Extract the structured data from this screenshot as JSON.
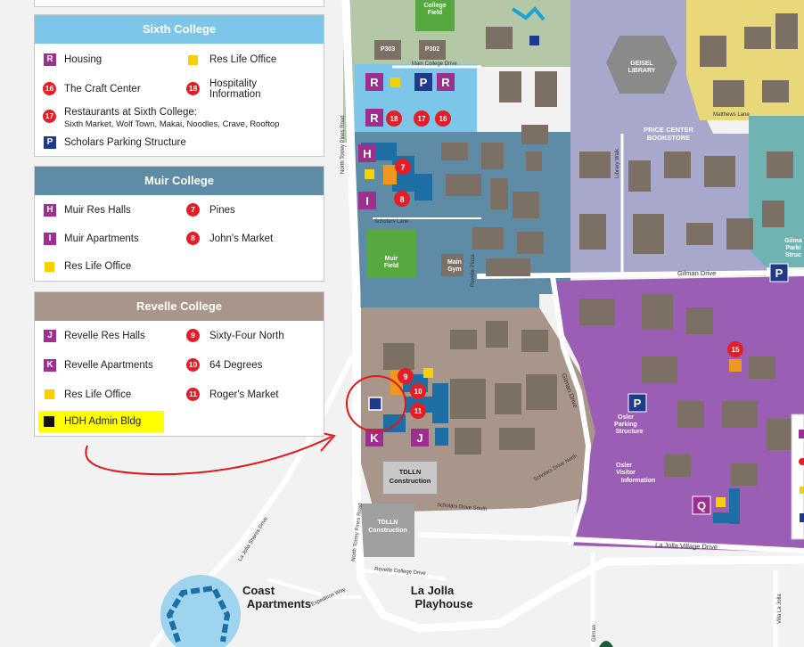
{
  "colors": {
    "sixth": "#7cc6ea",
    "muir": "#5e8ca6",
    "revelle": "#a8968a",
    "housing_magenta": "#9c2f8f",
    "dining_red": "#e41e26",
    "res_life_yellow": "#f7d000",
    "parking_navy": "#1f3a8a",
    "hdh_black": "#111111",
    "highlight": "#ffff00",
    "annotation_red": "#e0161b"
  },
  "sixth": {
    "title": "Sixth College",
    "housing_letter": "R",
    "housing": "Housing",
    "res_life": "Res Life Office",
    "craft_num": "16",
    "craft": "The Craft Center",
    "hosp_num": "18",
    "hosp_line1": "Hospitality",
    "hosp_line2": "Information",
    "rest_num": "17",
    "rest_title": "Restaurants at Sixth College:",
    "rest_list": "Sixth Market, Wolf Town, Makai, Noodles, Crave, Rooftop",
    "parking_letter": "P",
    "parking": "Scholars Parking Structure"
  },
  "muir": {
    "title": "Muir College",
    "halls_letter": "H",
    "halls": "Muir Res Halls",
    "pines_num": "7",
    "pines": "Pines",
    "apts_letter": "I",
    "apts": "Muir Apartments",
    "johns_num": "8",
    "johns": "John's Market",
    "res_life": "Res Life Office"
  },
  "revelle": {
    "title": "Revelle College",
    "halls_letter": "J",
    "halls": "Revelle Res Halls",
    "sixty_num": "9",
    "sixty": "Sixty-Four North",
    "apts_letter": "K",
    "apts": "Revelle Apartments",
    "deg_num": "10",
    "deg": "64 Degrees",
    "res_life": "Res Life Office",
    "roger_num": "11",
    "roger": "Roger's Market",
    "hdh": "HDH Admin Bldg"
  },
  "map_labels": {
    "college_field_1": "College",
    "college_field_2": "Field",
    "p303": "P303",
    "p302": "P302",
    "main_college_drive": "Main College Drive",
    "geisel_1": "GEISEL",
    "geisel_2": "LIBRARY",
    "price_1": "PRICE CENTER",
    "price_2": "BOOKSTORE",
    "matthews": "Matthews Lane",
    "library_walk": "Library Walk",
    "muir_field_1": "Muir",
    "muir_field_2": "Field",
    "main_gym_1": "Main",
    "main_gym_2": "Gym",
    "scholars_lane": "Scholars Lane",
    "gilman_drive": "Gilman Drive",
    "gilman_drive_vertical": "Gilman Drive",
    "gilman_parking_1": "Gilma",
    "gilman_parking_2": "Parki",
    "gilman_parking_3": "Struc",
    "osler_ps_1": "Osler",
    "osler_ps_2": "Parking",
    "osler_ps_3": "Structure",
    "osler_vi_1": "Osler",
    "osler_vi_2": "Visitor",
    "osler_vi_3": "Information",
    "tdlln_1": "TDLLN",
    "tdlln_2": "Construction",
    "tdlln2_1": "TDLLN",
    "tdlln2_2": "Construction",
    "north_torrey": "North Torrey Pines Road",
    "revelle_plaza": "Revelle Plaza",
    "scholars_drive_south": "Scholars Drive South",
    "scholars_drive_north": "Scholars Drive North",
    "revelle_college_drive": "Revelle College Drive",
    "la_jolla_village": "La Jolla Village Drive",
    "la_jolla_shores": "La Jolla Shores Drive",
    "expedition_way": "Expedition Way",
    "coast_1": "Coast",
    "coast_2": "Apartments",
    "playhouse_1": "La Jolla",
    "playhouse_2": "Playhouse",
    "villa_la_jolla": "Villa La Jolla",
    "gilman_bottom": "Gilman"
  },
  "markers": {
    "sixth_r1": "R",
    "sixth_p": "P",
    "sixth_r2": "R",
    "sixth_r3": "R",
    "sixth_18": "18",
    "sixth_17": "17",
    "sixth_16": "16",
    "muir_h": "H",
    "muir_i": "I",
    "muir_7": "7",
    "muir_8": "8",
    "rev_9": "9",
    "rev_10": "10",
    "rev_11": "11",
    "rev_k": "K",
    "rev_j": "J",
    "osler_p": "P",
    "marker_15": "15",
    "marker_q": "Q",
    "gilman_p": "P"
  }
}
